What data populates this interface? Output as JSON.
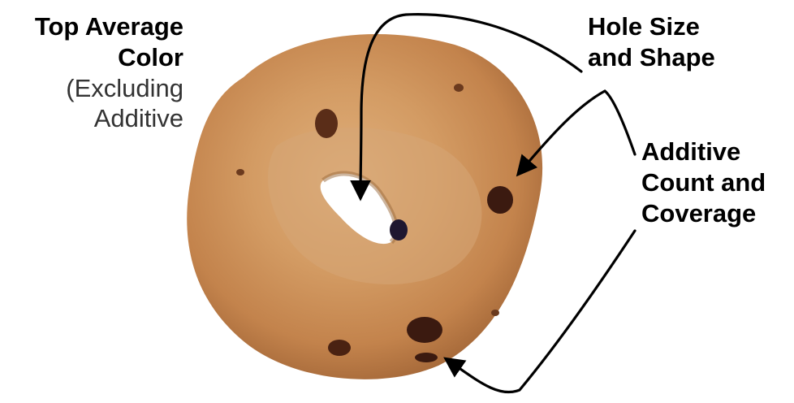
{
  "labels": {
    "top_color": {
      "line1": "Top Average",
      "line2": "Color",
      "line3": "(Excluding",
      "line4": "Additive"
    },
    "hole": {
      "line1": "Hole Size",
      "line2": "and Shape"
    },
    "additive": {
      "line1": "Additive",
      "line2": "Count and",
      "line3": "Coverage"
    }
  },
  "colors": {
    "bagel_crust": "#c98a52",
    "bagel_dark": "#a8683a",
    "bagel_light": "#dba574",
    "raisin": "#3b1a10",
    "arrow": "#000000"
  }
}
